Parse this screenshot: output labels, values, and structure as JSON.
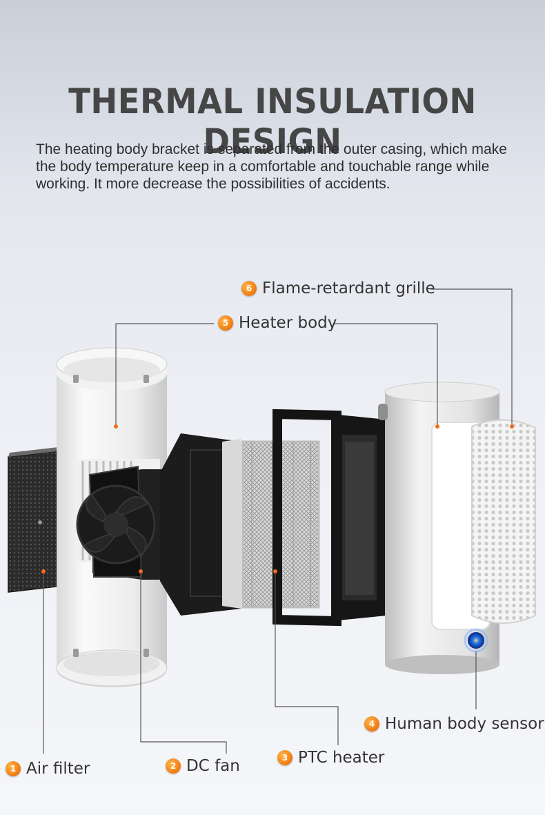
{
  "header": {
    "title": "THERMAL INSULATION DESIGN",
    "description": "The heating body bracket is separated from the outer casing, which make the body temperature keep in a comfortable and touchable range while working. It more decrease the possibilities of accidents."
  },
  "components": [
    {
      "number": "1",
      "label": "Air filter"
    },
    {
      "number": "2",
      "label": "DC fan"
    },
    {
      "number": "3",
      "label": "PTC heater"
    },
    {
      "number": "4",
      "label": "Human body sensor"
    },
    {
      "number": "5",
      "label": "Heater body"
    },
    {
      "number": "6",
      "label": "Flame-retardant grille"
    }
  ],
  "colors": {
    "badge": "#f07a10",
    "marker": "#f26a1b",
    "leader_line": "#555555",
    "sensor": "#1e6fe0"
  }
}
